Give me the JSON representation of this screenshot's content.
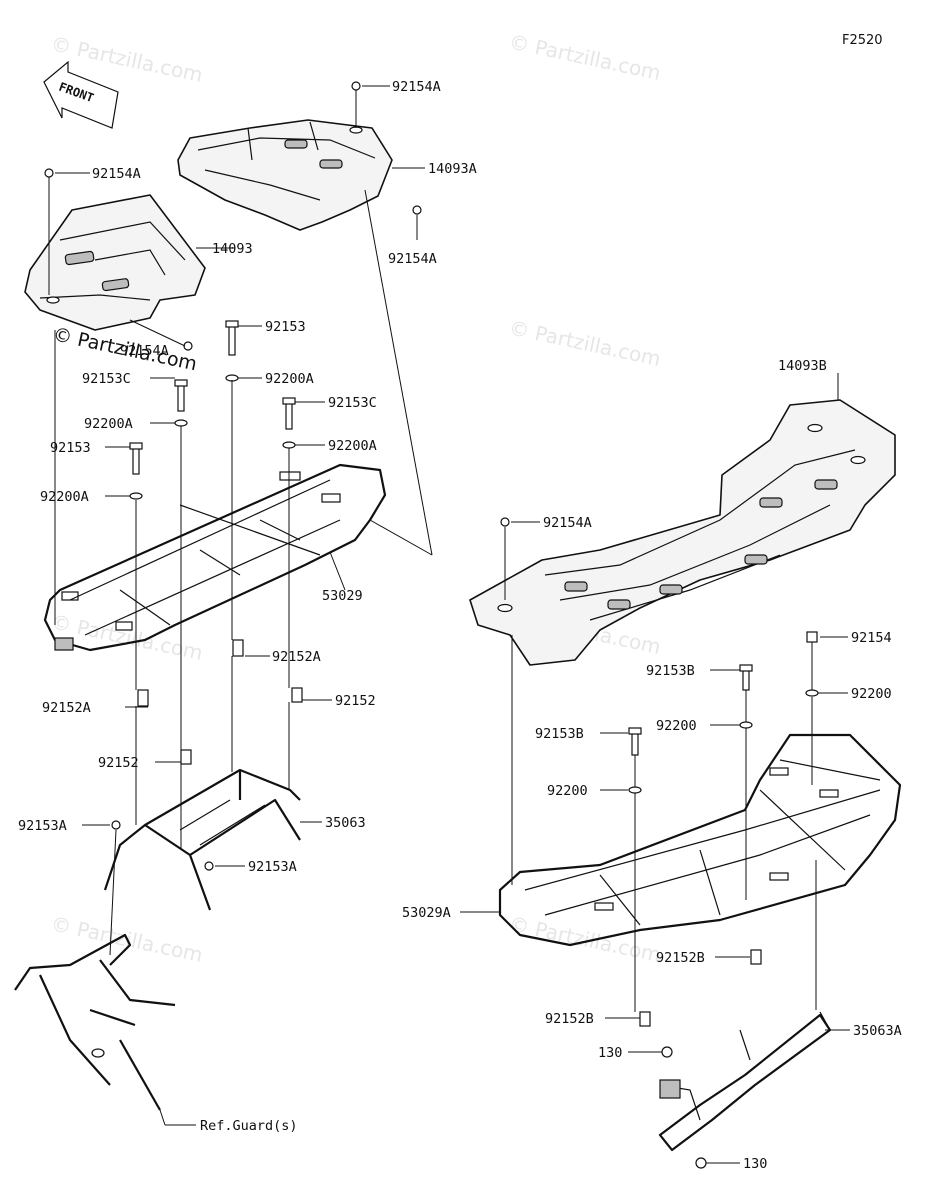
{
  "figure_code": "F2520",
  "front_arrow": "FRONT",
  "watermark": "© Partzilla.com",
  "labels": {
    "p92154A_1": "92154A",
    "p14093A": "14093A",
    "p92154A_2": "92154A",
    "p92154A_3": "92154A",
    "p14093": "14093",
    "p92154A_4": "92154A",
    "p92153_1": "92153",
    "p92153C_1": "92153C",
    "p92200A_1": "92200A",
    "p92153C_2": "92153C",
    "p92200A_2": "92200A",
    "p92200A_3": "92200A",
    "p92153_2": "92153",
    "p92200A_4": "92200A",
    "p53029": "53029",
    "p92152A_1": "92152A",
    "p92152A_2": "92152A",
    "p92152_1": "92152",
    "p92152_2": "92152",
    "p92153A_1": "92153A",
    "p35063": "35063",
    "p92153A_2": "92153A",
    "pRefGuard": "Ref.Guard(s)",
    "p14093B": "14093B",
    "p92154A_5": "92154A",
    "p92154": "92154",
    "p92153B_1": "92153B",
    "p92200_1": "92200",
    "p92200_2": "92200",
    "p92153B_2": "92153B",
    "p92200_3": "92200",
    "p53029A": "53029A",
    "p92152B_1": "92152B",
    "p92152B_2": "92152B",
    "p35063A": "35063A",
    "p130_1": "130",
    "p130_2": "130"
  }
}
